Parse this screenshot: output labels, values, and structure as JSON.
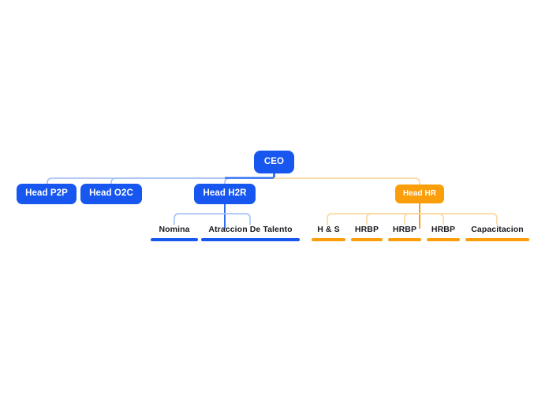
{
  "chart_data": {
    "type": "diagram",
    "diagram_type": "organization-chart",
    "title": "",
    "orientation": "top-down",
    "colors": {
      "blue_branch": "#1757ef",
      "orange_branch": "#fb9e0b",
      "blue_edge": "#a9c3f7",
      "orange_edge": "#fbd9a2",
      "leaf_text": "#16181d",
      "background": "#ffffff"
    },
    "nodes": [
      {
        "id": "ceo",
        "label": "CEO",
        "level": 0,
        "style": "box",
        "color": "blue"
      },
      {
        "id": "p2p",
        "label": "Head P2P",
        "level": 1,
        "style": "box",
        "color": "blue",
        "parent": "ceo"
      },
      {
        "id": "o2c",
        "label": "Head O2C",
        "level": 1,
        "style": "box",
        "color": "blue",
        "parent": "ceo"
      },
      {
        "id": "h2r",
        "label": "Head H2R",
        "level": 1,
        "style": "box",
        "color": "blue",
        "parent": "ceo"
      },
      {
        "id": "hr",
        "label": "Head HR",
        "level": 1,
        "style": "box",
        "color": "orange",
        "parent": "ceo"
      },
      {
        "id": "nomina",
        "label": "Nomina",
        "level": 2,
        "style": "leaf",
        "color": "blue",
        "parent": "h2r"
      },
      {
        "id": "atraccion",
        "label": "Atraccion De Talento",
        "level": 2,
        "style": "leaf",
        "color": "blue",
        "parent": "h2r"
      },
      {
        "id": "hs",
        "label": "H & S",
        "level": 2,
        "style": "leaf",
        "color": "orange",
        "parent": "hr"
      },
      {
        "id": "hrbp1",
        "label": "HRBP",
        "level": 2,
        "style": "leaf",
        "color": "orange",
        "parent": "hr"
      },
      {
        "id": "hrbp2",
        "label": "HRBP",
        "level": 2,
        "style": "leaf",
        "color": "orange",
        "parent": "hr"
      },
      {
        "id": "hrbp3",
        "label": "HRBP",
        "level": 2,
        "style": "leaf",
        "color": "orange",
        "parent": "hr"
      },
      {
        "id": "capac",
        "label": "Capacitacion",
        "level": 2,
        "style": "leaf",
        "color": "orange",
        "parent": "hr"
      }
    ],
    "edges": [
      {
        "from": "ceo",
        "to": "p2p",
        "color": "blue"
      },
      {
        "from": "ceo",
        "to": "o2c",
        "color": "blue"
      },
      {
        "from": "ceo",
        "to": "h2r",
        "color": "blue"
      },
      {
        "from": "ceo",
        "to": "hr",
        "color": "orange"
      },
      {
        "from": "h2r",
        "to": "nomina",
        "color": "blue"
      },
      {
        "from": "h2r",
        "to": "atraccion",
        "color": "blue"
      },
      {
        "from": "hr",
        "to": "hs",
        "color": "orange"
      },
      {
        "from": "hr",
        "to": "hrbp1",
        "color": "orange"
      },
      {
        "from": "hr",
        "to": "hrbp2",
        "color": "orange"
      },
      {
        "from": "hr",
        "to": "hrbp3",
        "color": "orange"
      },
      {
        "from": "hr",
        "to": "capac",
        "color": "orange"
      }
    ]
  },
  "chart": {
    "root": {
      "label": "CEO"
    },
    "level1": [
      {
        "label": "Head P2P"
      },
      {
        "label": "Head O2C"
      },
      {
        "label": "Head H2R"
      },
      {
        "label": "Head HR"
      }
    ],
    "h2r_children": [
      {
        "label": "Nomina"
      },
      {
        "label": "Atraccion De Talento"
      }
    ],
    "hr_children": [
      {
        "label": "H & S"
      },
      {
        "label": "HRBP"
      },
      {
        "label": "HRBP"
      },
      {
        "label": "HRBP"
      },
      {
        "label": "Capacitacion"
      }
    ]
  }
}
